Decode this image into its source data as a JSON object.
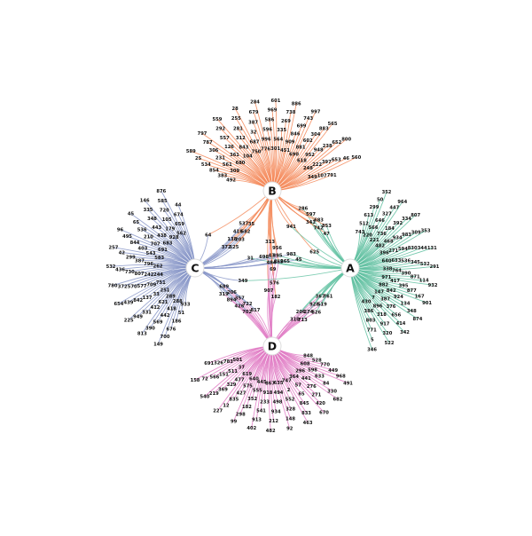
{
  "colors": {
    "A": "#5fc0a0",
    "B": "#f48a5a",
    "C": "#8896c8",
    "D": "#e07bc4"
  },
  "hubs": [
    {
      "id": "A",
      "label": "A"
    },
    {
      "id": "B",
      "label": "B"
    },
    {
      "id": "C",
      "label": "C"
    },
    {
      "id": "D",
      "label": "D"
    }
  ],
  "groups": {
    "A": {
      "leaves": [
        "743",
        "512",
        "613",
        "299",
        "50",
        "352",
        "220",
        "566",
        "646",
        "327",
        "447",
        "964",
        "221",
        "736",
        "184",
        "392",
        "334",
        "807",
        "482",
        "468",
        "934",
        "983",
        "309",
        "353",
        "396",
        "271",
        "594",
        "830",
        "344",
        "131",
        "640",
        "633",
        "536",
        "345",
        "532",
        "291",
        "338",
        "764",
        "390",
        "871",
        "114",
        "932",
        "971",
        "417",
        "395",
        "877",
        "167",
        "901",
        "882",
        "842",
        "924",
        "134",
        "348",
        "874",
        "147",
        "387",
        "376",
        "656",
        "414",
        "342",
        "7",
        "896",
        "318",
        "917",
        "320",
        "522",
        "430",
        "386",
        "803",
        "771",
        "5",
        "346"
      ]
    },
    "B": {
      "leaves": [
        "492",
        "383",
        "854",
        "534",
        "25",
        "589",
        "309",
        "561",
        "231",
        "306",
        "787",
        "797",
        "680",
        "361",
        "126",
        "557",
        "292",
        "559",
        "104",
        "843",
        "312",
        "281",
        "255",
        "28",
        "750",
        "687",
        "32",
        "387",
        "679",
        "284",
        "776",
        "996",
        "596",
        "586",
        "969",
        "601",
        "301",
        "564",
        "335",
        "269",
        "738",
        "886",
        "451",
        "909",
        "846",
        "699",
        "743",
        "997",
        "690",
        "881",
        "602",
        "304",
        "883",
        "565",
        "618",
        "952",
        "948",
        "238",
        "652",
        "800",
        "248",
        "222",
        "397",
        "653",
        "46",
        "560",
        "349",
        "107",
        "791"
      ]
    },
    "C": {
      "leaves": [
        "933",
        "51",
        "186",
        "676",
        "700",
        "149",
        "288",
        "418",
        "442",
        "569",
        "390",
        "813",
        "289",
        "621",
        "412",
        "331",
        "949",
        "225",
        "251",
        "33",
        "137",
        "842",
        "439",
        "654",
        "751",
        "709",
        "577",
        "570",
        "372",
        "780",
        "244",
        "242",
        "807",
        "730",
        "436",
        "532",
        "262",
        "796",
        "387",
        "299",
        "42",
        "257",
        "583",
        "543",
        "403",
        "844",
        "495",
        "96",
        "691",
        "707",
        "210",
        "536",
        "65",
        "45",
        "683",
        "438",
        "443",
        "348",
        "335",
        "146",
        "928",
        "179",
        "105",
        "720",
        "585",
        "876",
        "562",
        "659",
        "674",
        "44"
      ]
    },
    "D": {
      "leaves": [
        "848",
        "528",
        "770",
        "449",
        "968",
        "491",
        "608",
        "598",
        "633",
        "84",
        "330",
        "682",
        "296",
        "441",
        "276",
        "271",
        "420",
        "670",
        "364",
        "57",
        "65",
        "845",
        "833",
        "463",
        "747",
        "2",
        "552",
        "328",
        "148",
        "92",
        "635",
        "494",
        "498",
        "934",
        "212",
        "482",
        "867",
        "918",
        "233",
        "541",
        "913",
        "402",
        "445",
        "555",
        "352",
        "182",
        "298",
        "99",
        "640",
        "575",
        "427",
        "835",
        "12",
        "227",
        "619",
        "477",
        "329",
        "369",
        "219",
        "540",
        "37",
        "511",
        "151",
        "566",
        "72",
        "158",
        "501",
        "783",
        "326",
        "691"
      ]
    }
  },
  "shared_labels": [
    "64",
    "341",
    "206",
    "817",
    "484",
    "907",
    "525",
    "742",
    "310",
    "722",
    "265",
    "313",
    "203",
    "47",
    "367",
    "357",
    "45",
    "43",
    "582",
    "286",
    "928",
    "206",
    "31",
    "69",
    "35",
    "597",
    "274",
    "689",
    "698",
    "576",
    "372",
    "683",
    "713",
    "702",
    "395",
    "182",
    "138",
    "853",
    "761",
    "426",
    "983",
    "956",
    "416",
    "625",
    "519",
    "894",
    "349",
    "865",
    "537",
    "941",
    "826",
    "319"
  ]
}
